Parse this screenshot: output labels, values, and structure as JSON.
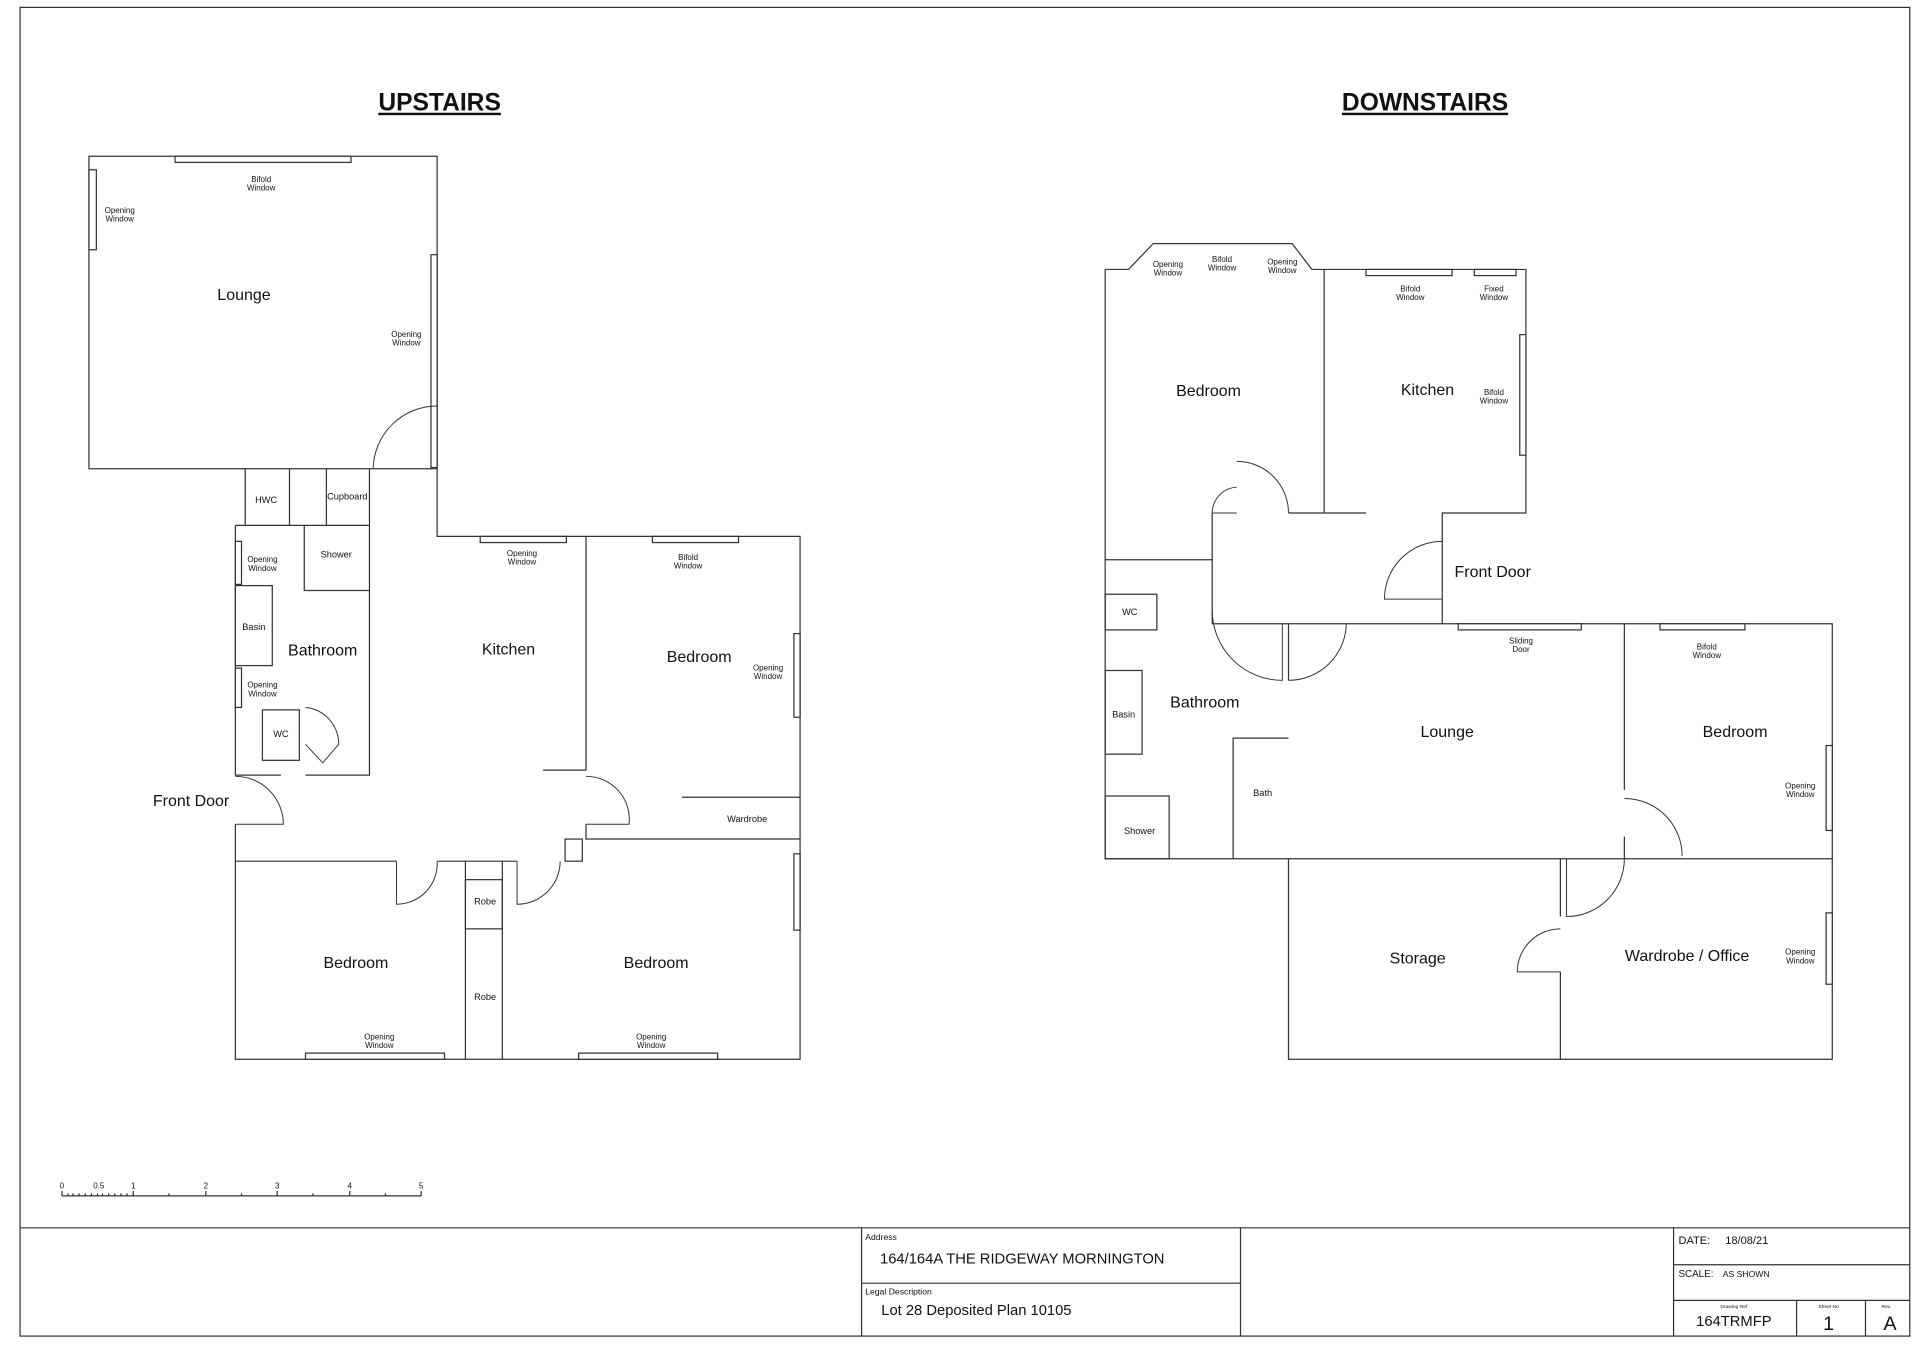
{
  "headings": {
    "upstairs": "UPSTAIRS",
    "downstairs": "DOWNSTAIRS"
  },
  "upstairs": {
    "rooms": {
      "lounge": "Lounge",
      "bathroom": "Bathroom",
      "kitchen": "Kitchen",
      "bedroom_right": "Bedroom",
      "bedroom_bl": "Bedroom",
      "bedroom_br": "Bedroom",
      "front_door": "Front Door"
    },
    "fixtures": {
      "hwc": "HWC",
      "cupboard": "Cupboard",
      "shower": "Shower",
      "basin": "Basin",
      "wc": "WC",
      "wardrobe": "Wardrobe",
      "robe1": "Robe",
      "robe2": "Robe"
    },
    "windows": {
      "bifold_l1": "Bifold",
      "bifold_l2": "Window",
      "opening": "Opening",
      "window": "Window"
    }
  },
  "downstairs": {
    "rooms": {
      "bedroom_tl": "Bedroom",
      "kitchen": "Kitchen",
      "front_door": "Front Door",
      "bathroom": "Bathroom",
      "lounge": "Lounge",
      "bedroom_r": "Bedroom",
      "storage": "Storage",
      "wardrobe_office": "Wardrobe / Office"
    },
    "fixtures": {
      "wc": "WC",
      "basin": "Basin",
      "shower": "Shower",
      "bath": "Bath"
    },
    "windows": {
      "opening": "Opening",
      "window": "Window",
      "bifold": "Bifold",
      "fixed": "Fixed",
      "sliding": "Sliding",
      "door": "Door"
    }
  },
  "scale_bar": {
    "ticks": [
      "0",
      "0.5",
      "1",
      "2",
      "3",
      "4",
      "5"
    ]
  },
  "title_block": {
    "address_label": "Address",
    "address": "164/164A THE RIDGEWAY MORNINGTON",
    "legal_label": "Legal Description",
    "legal": "Lot 28 Deposited Plan 10105",
    "date_label": "DATE:",
    "date": "18/08/21",
    "scale_label": "SCALE:",
    "scale": "AS SHOWN",
    "drawing_ref_label": "Drawing Ref",
    "drawing_ref": "164TRMFP",
    "sheet_label": "Sheet No",
    "sheet": "1",
    "rev_label": "Rev.",
    "rev": "A"
  }
}
